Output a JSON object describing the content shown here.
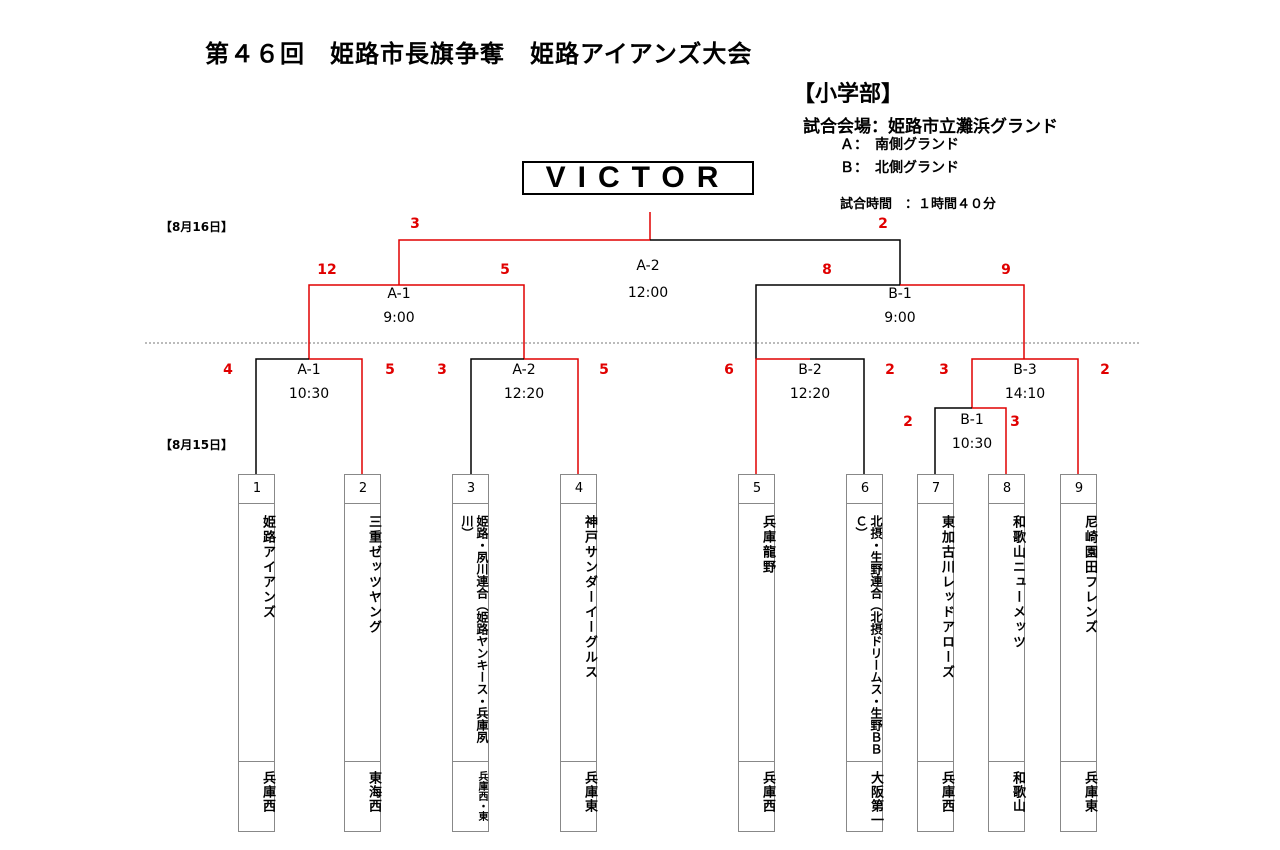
{
  "header": {
    "title": "第４６回　姫路市長旗争奪　姫路アイアンズ大会",
    "division": "【小学部】",
    "venue": "試合会場：姫路市立灘浜グランド",
    "field_a": "Ａ：　南側グランド",
    "field_b": "Ｂ：　北側グランド",
    "duration": "試合時間　：１時間４０分"
  },
  "victor": "VICTOR",
  "dates": {
    "day2": "【8月16日】",
    "day1": "【8月15日】"
  },
  "final": {
    "label": "A-2",
    "time": "12:00",
    "score_left": "3",
    "score_right": "2"
  },
  "semis": [
    {
      "label": "A-1",
      "time": "9:00",
      "score_left": "12",
      "score_right": "5"
    },
    {
      "label": "B-1",
      "time": "9:00",
      "score_left": "8",
      "score_right": "9"
    }
  ],
  "first_round": [
    {
      "label": "A-1",
      "time": "10:30",
      "score_left": "4",
      "score_right": "5"
    },
    {
      "label": "A-2",
      "time": "12:20",
      "score_left": "3",
      "score_right": "5"
    },
    {
      "label": "B-2",
      "time": "12:20",
      "score_left": "6",
      "score_right": "2"
    },
    {
      "label": "B-3",
      "time": "14:10",
      "score_left": "3",
      "score_right": "2"
    },
    {
      "label": "B-1",
      "time": "10:30",
      "score_left": "2",
      "score_right": "3"
    }
  ],
  "teams": [
    {
      "num": "1",
      "name": "姫路アイアンズ",
      "loc": "兵庫西"
    },
    {
      "num": "2",
      "name": "三重ゼッツヤング",
      "loc": "東海西"
    },
    {
      "num": "3",
      "name": "姫路・夙川連合（姫路ヤンキース・兵庫夙川）",
      "loc": "兵庫西・東"
    },
    {
      "num": "4",
      "name": "神戸サンダーイーグルス",
      "loc": "兵庫東"
    },
    {
      "num": "5",
      "name": "兵庫龍野",
      "loc": "兵庫西"
    },
    {
      "num": "6",
      "name": "北摂・生野連合（北摂ドリームス・生野ＢＢＣ）",
      "loc": "大阪第一"
    },
    {
      "num": "7",
      "name": "東加古川レッドアローズ",
      "loc": "兵庫西"
    },
    {
      "num": "8",
      "name": "和歌山ニューメッツ",
      "loc": "和歌山"
    },
    {
      "num": "9",
      "name": "尼崎園田フレンズ",
      "loc": "兵庫東"
    }
  ],
  "colors": {
    "win": "#e00000",
    "line": "#000000"
  }
}
